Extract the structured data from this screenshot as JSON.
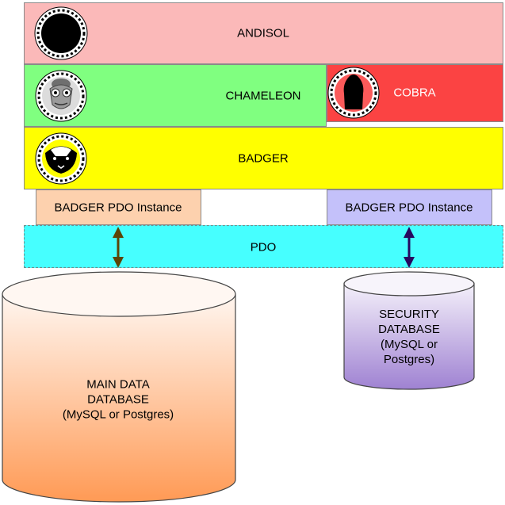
{
  "layers": {
    "andisol": {
      "label": "ANDISOL",
      "color": "#fbb9b9",
      "icon": "andisol-black-disc-icon"
    },
    "chameleon": {
      "label": "CHAMELEON",
      "color": "#80ff80",
      "icon": "chameleon-face-icon"
    },
    "cobra": {
      "label": "COBRA",
      "color": "#fb4343",
      "icon": "cobra-silhouette-icon"
    },
    "badger": {
      "label": "BADGER",
      "color": "#ffff00",
      "icon": "badger-face-icon"
    }
  },
  "pdo_instances": {
    "left": "BADGER PDO Instance",
    "right": "BADGER PDO Instance"
  },
  "pdo": {
    "label": "PDO"
  },
  "databases": {
    "main": {
      "label": "MAIN DATA\nDATABASE\n(MySQL or Postgres)"
    },
    "security": {
      "label": "SECURITY\nDATABASE\n(MySQL or Postgres)"
    }
  }
}
